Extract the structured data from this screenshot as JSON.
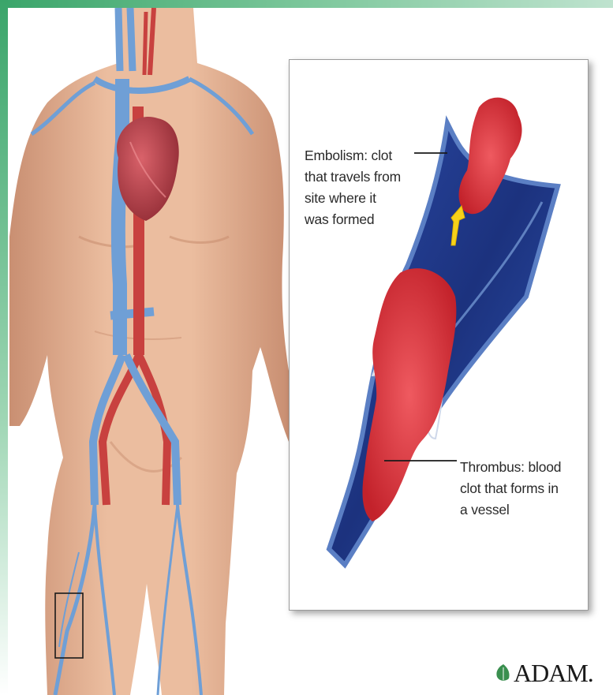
{
  "figure": {
    "embolism_label": "Embolism: clot\nthat travels from\nsite where it\nwas formed",
    "thrombus_label": "Thrombus: blood\nclot that forms in\na vessel",
    "brand": "ADAM.",
    "colors": {
      "skin": "#e7b394",
      "skin_shadow": "#c98f72",
      "vein": "#6f9fd6",
      "artery": "#c8413f",
      "heart": "#b8404a",
      "vessel_inner": "#213a8c",
      "vessel_wall": "#5b7fc4",
      "clot": "#e0343c",
      "arrow": "#f6d21a",
      "accent_green": "#3aa56a"
    }
  }
}
